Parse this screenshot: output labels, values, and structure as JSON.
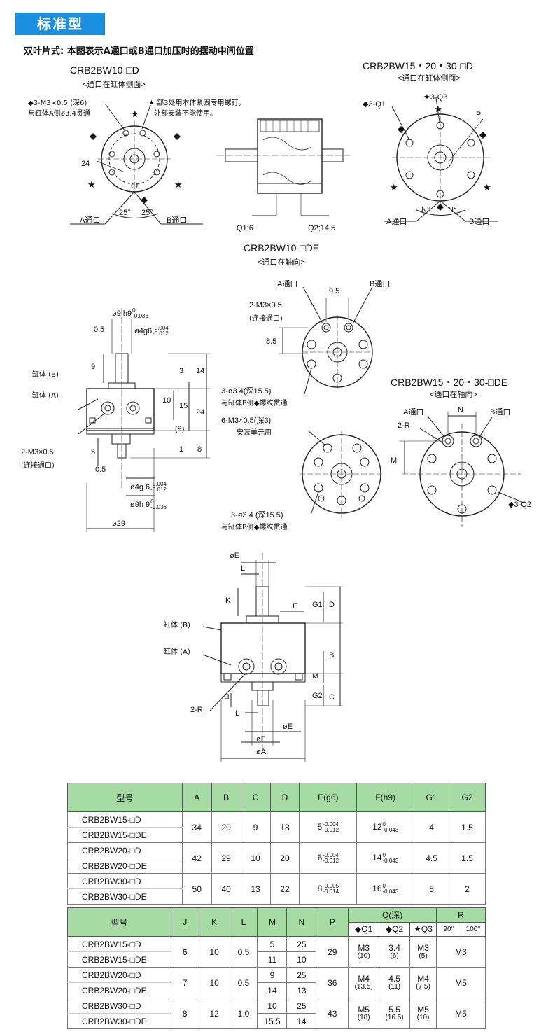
{
  "header": {
    "title": "标准型",
    "subtitle": "双叶片式: 本图表示A通口或B通口加压时的摆动中间位置"
  },
  "colors": {
    "title_bar": "#1a8fe0",
    "table_header": "#a6dca4"
  },
  "drawing1": {
    "model": "CRB2BW10-□D",
    "note": "<通口在缸体侧面>",
    "callout1_a": "◆3-M3×0.5 (深6)",
    "callout1_b": "与缸体A侧ø3.4贯通",
    "callout2_a": "★ 部3处用本体紧固专用螺钉，",
    "callout2_b": "外部安装不能使用。",
    "dim_24": "24",
    "port_a": "A通口",
    "port_b": "B通口",
    "angle1": "25°",
    "angle2": "25°"
  },
  "drawing2": {
    "q1": "Q1;6",
    "q2": "Q2;14.5",
    "model": "CRB2BW10-□DE",
    "note": "<通口在轴向>"
  },
  "drawing3": {
    "model": "CRB2BW15・20・30-□D",
    "note": "<通口在缸体侧面>",
    "q1": "◆3-Q1",
    "q3": "★3-Q3",
    "p": "P",
    "port_a": "A通口",
    "port_b": "B通口",
    "n1": "N°",
    "n2": "N°"
  },
  "drawing4": {
    "shaft_top": "ø9  h9",
    "shaft_top_tol": [
      "0",
      "-0.036"
    ],
    "dim_05a": "0.5",
    "dim_4g6": "ø4g6",
    "dim_4g6_tol": [
      "-0.004",
      "-0.012"
    ],
    "dim_9": "9",
    "dim_3": "3",
    "dim_14": "14",
    "dim_10": "10",
    "dim_15": "15",
    "dim_24": "24",
    "dim_9p": "(9)",
    "dim_1": "1",
    "dim_8": "8",
    "dim_5": "5",
    "dim_05b": "0.5",
    "dim_4g_b": "ø4g",
    "dim_4g_b_tol": [
      "-0.004",
      "-0.012"
    ],
    "dim_4g_b_pre": "6",
    "dim_9h": "ø9h",
    "dim_9h_pre": "9",
    "dim_9h_tol": [
      "0",
      "-0.036"
    ],
    "dim_29": "ø29",
    "cyl_b": "缸体 (B)",
    "cyl_a": "缸体 (A)",
    "m3": "2-M3×0.5",
    "m3_note": "(连接通口)"
  },
  "drawing5": {
    "port_a": "A通口",
    "port_b": "B通口",
    "dim_95": "9.5",
    "m3": "2-M3×0.5",
    "m3_note": "(连接通口)",
    "dim_85": "8.5",
    "hole": "3-ø3.4(深15.5)",
    "hole_note": "与缸体B侧◆螺纹贯通"
  },
  "drawing6": {
    "m3": "6-M3×0.5(深3)",
    "m3_note": "安装单元用",
    "hole": "3-ø3.4 (深15.5)",
    "hole_note": "与缸体B侧◆螺纹贯通"
  },
  "drawing7": {
    "model": "CRB2BW15・20・30-□DE",
    "note": "<通口在轴向>",
    "port_a": "A通口",
    "port_b": "B通口",
    "n": "N",
    "r": "2-R",
    "m": "M",
    "q2": "◆3-Q2"
  },
  "drawing8": {
    "e": "øE",
    "l": "L",
    "k": "K",
    "f": "F",
    "g1": "G1",
    "d": "D",
    "cyl_b": "缸体 (B)",
    "cyl_a": "缸体 (A)",
    "b": "B",
    "m": "M",
    "j": "J",
    "g2": "G2",
    "c": "C",
    "r": "2-R",
    "l2": "L",
    "e2": "øE",
    "f2": "øF",
    "a": "øA"
  },
  "table1": {
    "headers": [
      "型号",
      "A",
      "B",
      "C",
      "D",
      "E(g6)",
      "F(h9)",
      "G1",
      "G2"
    ],
    "rows": [
      {
        "models": [
          "CRB2BW15-□D",
          "CRB2BW15-□DE"
        ],
        "A": "34",
        "B": "20",
        "C": "9",
        "D": "18",
        "E": "5",
        "E_tol": [
          "-0.004",
          "-0.012"
        ],
        "F": "12",
        "F_tol": [
          "0",
          "-0.043"
        ],
        "G1": "4",
        "G2": "1.5"
      },
      {
        "models": [
          "CRB2BW20-□D",
          "CRB2BW20-□DE"
        ],
        "A": "42",
        "B": "29",
        "C": "10",
        "D": "20",
        "E": "6",
        "E_tol": [
          "-0.004",
          "-0.012"
        ],
        "F": "14",
        "F_tol": [
          "0",
          "-0.043"
        ],
        "G1": "4.5",
        "G2": "1.5"
      },
      {
        "models": [
          "CRB2BW30-□D",
          "CRB2BW30-□DE"
        ],
        "A": "50",
        "B": "40",
        "C": "13",
        "D": "22",
        "E": "8",
        "E_tol": [
          "-0.005",
          "-0.014"
        ],
        "F": "16",
        "F_tol": [
          "0",
          "-0.043"
        ],
        "G1": "5",
        "G2": "2"
      }
    ]
  },
  "table2": {
    "headers": [
      "型号",
      "J",
      "K",
      "L",
      "M",
      "N",
      "P",
      "Q(深)",
      "R"
    ],
    "q_sub": [
      "◆Q1",
      "◆Q2",
      "★Q3"
    ],
    "r_sub": [
      "90°",
      "100°"
    ],
    "rows": [
      {
        "models": [
          "CRB2BW15-□D",
          "CRB2BW15-□DE"
        ],
        "J": "6",
        "K": "10",
        "L": "0.5",
        "M": [
          "5",
          "11"
        ],
        "N": [
          "25",
          "10"
        ],
        "P": "29",
        "Q1": "M3",
        "Q1d": "(10)",
        "Q2": "3.4",
        "Q2d": "(6)",
        "Q3": "M3",
        "Q3d": "(5)",
        "R": "M3"
      },
      {
        "models": [
          "CRB2BW20-□D",
          "CRB2BW20-□DE"
        ],
        "J": "7",
        "K": "10",
        "L": "0.5",
        "M": [
          "9",
          "14"
        ],
        "N": [
          "25",
          "13"
        ],
        "P": "36",
        "Q1": "M4",
        "Q1d": "(13.5)",
        "Q2": "4.5",
        "Q2d": "(11)",
        "Q3": "M4",
        "Q3d": "(7.5)",
        "R": "M5"
      },
      {
        "models": [
          "CRB2BW30-□D",
          "CRB2BW30-□DE"
        ],
        "J": "8",
        "K": "12",
        "L": "1.0",
        "M": [
          "10",
          "15.5"
        ],
        "N": [
          "25",
          "14"
        ],
        "P": "43",
        "Q1": "M5",
        "Q1d": "(18)",
        "Q2": "5.5",
        "Q2d": "(16.5)",
        "Q3": "M5",
        "Q3d": "(10)",
        "R": "M5"
      }
    ]
  }
}
